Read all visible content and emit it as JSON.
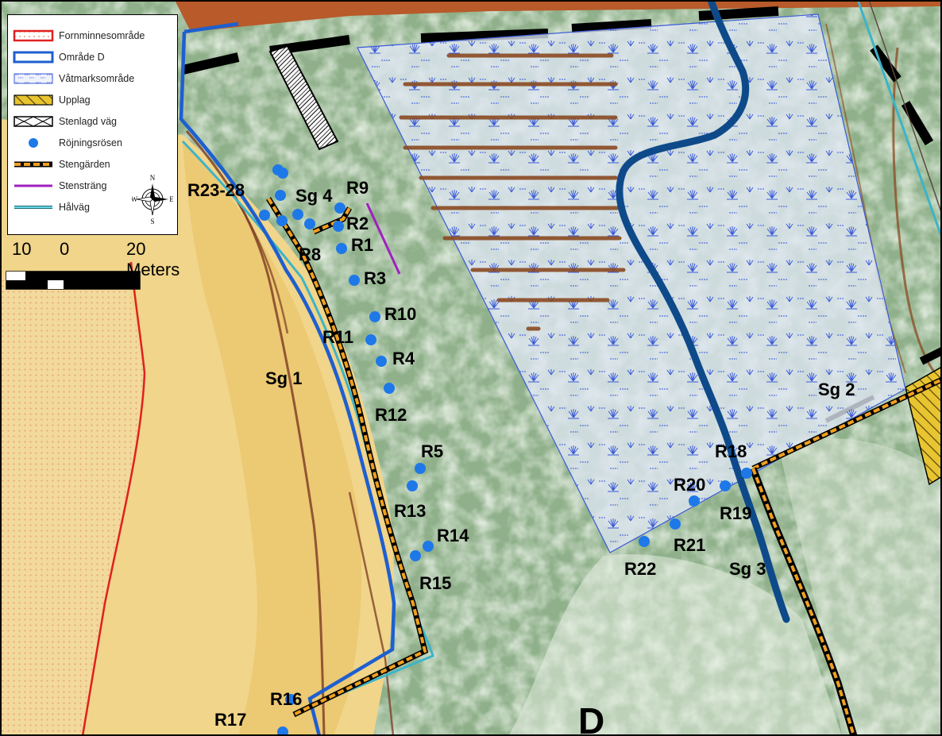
{
  "map": {
    "area_letter": "D",
    "colors": {
      "vegetation": "#8fb08a",
      "sand": "#f0d58a",
      "sand_dots": "#e0a070",
      "forn_border": "#e02020",
      "area_border": "#1e5fd0",
      "wetland_border": "#3a5ad8",
      "wetland_fill": "#dce6f4",
      "river": "#0e4a8a",
      "ditch": "#8a4a22",
      "rose": "#1e78e8",
      "stone_fence": "#f0a020",
      "stone_string": "#a020c0",
      "halvag": "#3cb4c8",
      "road": "#000000"
    },
    "labels": [
      {
        "id": "r1",
        "text": "R1"
      },
      {
        "id": "r2",
        "text": "R2"
      },
      {
        "id": "r3",
        "text": "R3"
      },
      {
        "id": "r4",
        "text": "R4"
      },
      {
        "id": "r5",
        "text": "R5"
      },
      {
        "id": "r8",
        "text": "R8"
      },
      {
        "id": "r9",
        "text": "R9"
      },
      {
        "id": "r10",
        "text": "R10"
      },
      {
        "id": "r11",
        "text": "R11"
      },
      {
        "id": "r12",
        "text": "R12"
      },
      {
        "id": "r13",
        "text": "R13"
      },
      {
        "id": "r14",
        "text": "R14"
      },
      {
        "id": "r15",
        "text": "R15"
      },
      {
        "id": "r16",
        "text": "R16"
      },
      {
        "id": "r17",
        "text": "R17"
      },
      {
        "id": "r18",
        "text": "R18"
      },
      {
        "id": "r19",
        "text": "R19"
      },
      {
        "id": "r20",
        "text": "R20"
      },
      {
        "id": "r21",
        "text": "R21"
      },
      {
        "id": "r22",
        "text": "R22"
      },
      {
        "id": "r23-28",
        "text": "R23-28"
      },
      {
        "id": "sg1",
        "text": "Sg 1"
      },
      {
        "id": "sg2",
        "text": "Sg 2"
      },
      {
        "id": "sg3",
        "text": "Sg 3"
      },
      {
        "id": "sg4",
        "text": "Sg 4"
      }
    ]
  },
  "legend": {
    "items": [
      {
        "symbol": "forn",
        "label": "Fornminnesområde"
      },
      {
        "symbol": "area",
        "label": "Område D"
      },
      {
        "symbol": "wetland",
        "label": "Våtmarksområde"
      },
      {
        "symbol": "upplag",
        "label": "Upplag"
      },
      {
        "symbol": "road",
        "label": "Stenlagd väg"
      },
      {
        "symbol": "rose",
        "label": "Röjningsrösen"
      },
      {
        "symbol": "fence",
        "label": "Stengärden"
      },
      {
        "symbol": "string",
        "label": "Stensträng"
      },
      {
        "symbol": "halvag",
        "label": "Hålväg"
      }
    ],
    "compass": {
      "n": "N",
      "s": "S",
      "e": "E",
      "w": "W"
    }
  },
  "scale": {
    "ticks": [
      "10",
      "0",
      "20 Meters"
    ]
  }
}
